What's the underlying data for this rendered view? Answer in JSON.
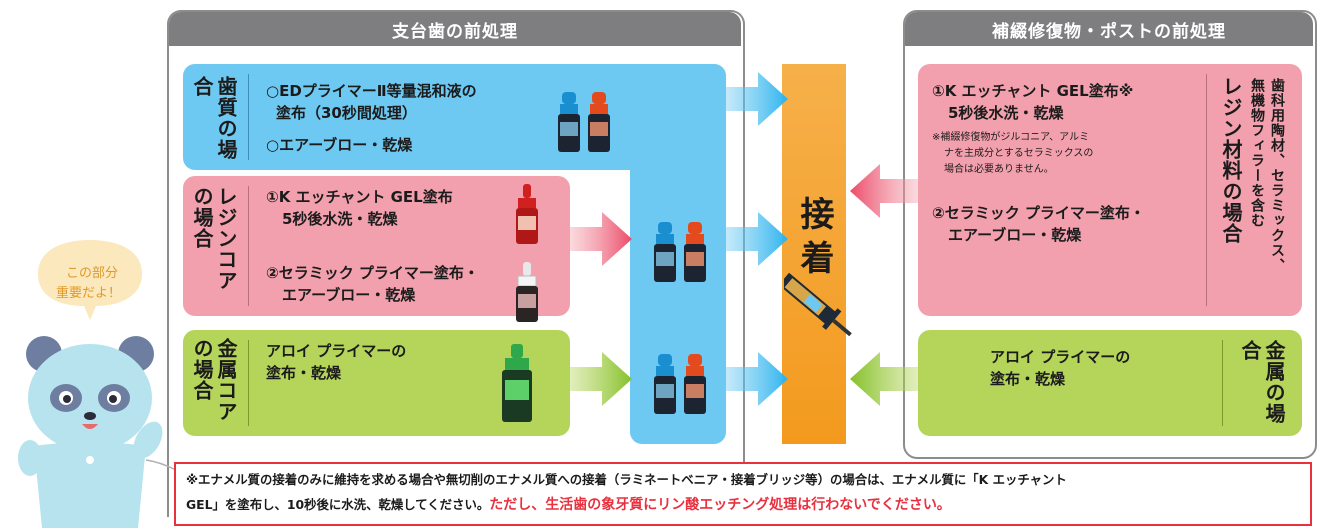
{
  "left_panel": {
    "title": "支台歯の前処理"
  },
  "right_panel": {
    "title": "補綴修復物・ポストの前処理"
  },
  "tooth_case": {
    "label": "歯質の場合",
    "step1_line1": "○EDプライマーⅡ等量混和液の",
    "step1_line2": "塗布（30秒間処理）",
    "step2": "○エアーブロー・乾燥"
  },
  "resin_core_case": {
    "label": "レジンコアの場合",
    "step1_line1": "①K エッチャント GEL塗布",
    "step1_line2": "5秒後水洗・乾燥",
    "step2_line1": "②セラミック プライマー塗布・",
    "step2_line2": "エアーブロー・乾燥"
  },
  "metal_core_case": {
    "label": "金属コアの場合",
    "step_line1": "アロイ プライマーの",
    "step_line2": "塗布・乾燥"
  },
  "center": {
    "label": "接着"
  },
  "ceramic_case": {
    "label_col1": "歯科用陶材、セラミックス、",
    "label_col2": "無機物フィラーを含む",
    "label_col3": "レジン材料の場合",
    "step1_line1": "①K エッチャント GEL塗布※",
    "step1_line2": "5秒後水洗・乾燥",
    "note_line1": "※補綴修復物がジルコニア、アルミ",
    "note_line2": "ナを主成分とするセラミックスの",
    "note_line3": "場合は必要ありません。",
    "step2_line1": "②セラミック プライマー塗布・",
    "step2_line2": "エアーブロー・乾燥"
  },
  "metal_case_right": {
    "label": "金属の場合",
    "step_line1": "アロイ プライマーの",
    "step_line2": "塗布・乾燥"
  },
  "mascot": {
    "bubble_line1": "この部分",
    "bubble_line2": "重要だよ！"
  },
  "footnote": {
    "line1": "※エナメル質の接着のみに維持を求める場合や無切削のエナメル質への接着（ラミネートベニア・接着ブリッジ等）の場合は、エナメル質に「K エッチャント",
    "line2_black": "GEL」を塗布し、10秒後に水洗、乾燥してください。",
    "line2_red": "ただし、生活歯の象牙質にリン酸エッチング処理は行わないでください。"
  },
  "colors": {
    "blue": "#6ec9f2",
    "pink": "#f2a0ad",
    "green": "#b4d45a",
    "orange": "#f39a1e",
    "header_gray": "#7e7e80",
    "red_text": "#e8303e"
  }
}
